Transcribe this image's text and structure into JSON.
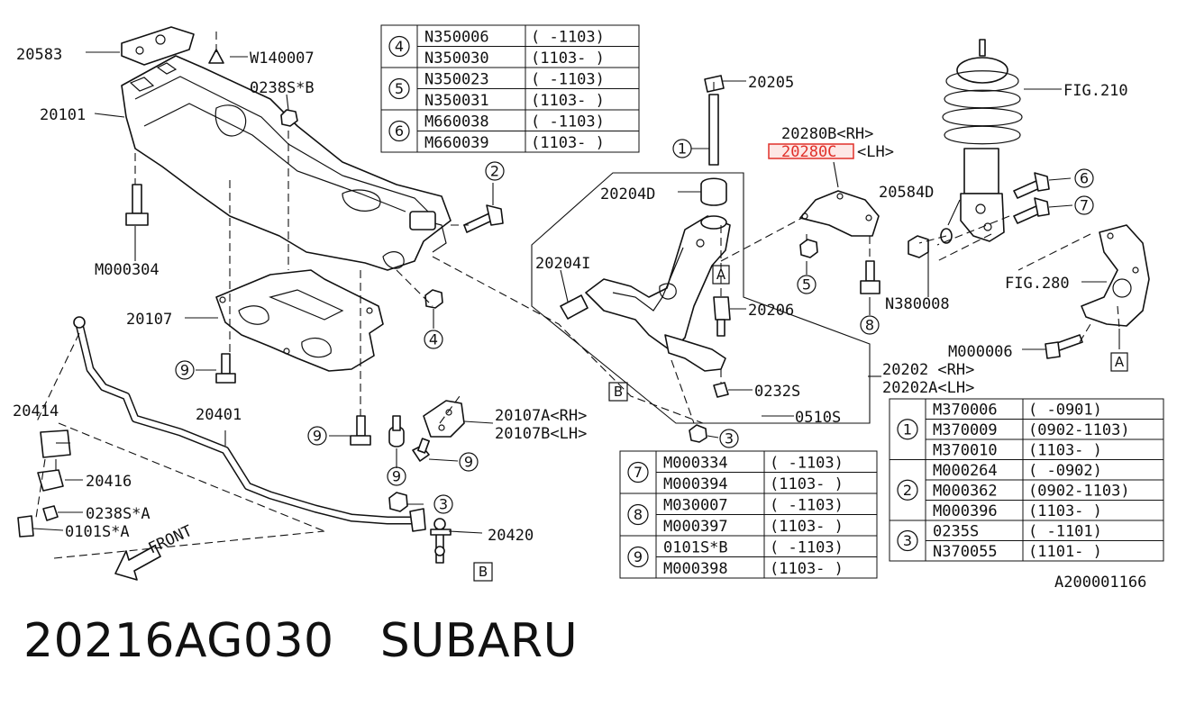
{
  "footer": {
    "part_number": "20216AG030",
    "brand": "SUBARU"
  },
  "drawing_id": "A200001166",
  "highlight_color": "#e0302a",
  "labels": {
    "l20583": "20583",
    "lw140007": "W140007",
    "l0238sb": "0238S*B",
    "l20101": "20101",
    "lm000304": "M000304",
    "l20107": "20107",
    "l20414": "20414",
    "l20401": "20401",
    "l20416": "20416",
    "l0238sa": "0238S*A",
    "l0101sa": "0101S*A",
    "lfront": "FRONT",
    "l20107a": "20107A<RH>",
    "l20107b": "20107B<LH>",
    "l20420": "20420",
    "l20205": "20205",
    "l20204d": "20204D",
    "l20204i": "20204I",
    "l20206": "20206",
    "l0232s": "0232S",
    "l0510s": "0510S",
    "l20202": "20202  <RH>",
    "l20202a": "20202A<LH>",
    "l20280b": "20280B<RH>",
    "l20280c": "20280C",
    "l20280c_lh": "<LH>",
    "ln380008": "N380008",
    "l20584d": "20584D",
    "lfig210": "FIG.210",
    "lfig280": "FIG.280",
    "lm00006": "M000006"
  },
  "callouts": {
    "c1": "1",
    "c2": "2",
    "c3a": "3",
    "c3b": "3",
    "c4": "4",
    "c5": "5",
    "c6": "6",
    "c7": "7",
    "c8": "8",
    "c9a": "9",
    "c9b": "9",
    "c9c": "9",
    "c9d": "9"
  },
  "boxes": {
    "ba1": "A",
    "ba2": "A",
    "bb1": "B",
    "bb2": "B"
  },
  "table_top": {
    "groups": [
      {
        "ref": "4",
        "rows": [
          {
            "part": "N350006",
            "range": "(   -1103)"
          },
          {
            "part": "N350030",
            "range": "(1103-   )"
          }
        ]
      },
      {
        "ref": "5",
        "rows": [
          {
            "part": "N350023",
            "range": "(   -1103)"
          },
          {
            "part": "N350031",
            "range": "(1103-   )"
          }
        ]
      },
      {
        "ref": "6",
        "rows": [
          {
            "part": "M660038",
            "range": "(   -1103)"
          },
          {
            "part": "M660039",
            "range": "(1103-   )"
          }
        ]
      }
    ]
  },
  "table_mid": {
    "groups": [
      {
        "ref": "7",
        "rows": [
          {
            "part": "M000334",
            "range": "(   -1103)"
          },
          {
            "part": "M000394",
            "range": "(1103-   )"
          }
        ]
      },
      {
        "ref": "8",
        "rows": [
          {
            "part": "M030007",
            "range": "(   -1103)"
          },
          {
            "part": "M000397",
            "range": "(1103-   )"
          }
        ]
      },
      {
        "ref": "9",
        "rows": [
          {
            "part": "0101S*B",
            "range": "(   -1103)"
          },
          {
            "part": "M000398",
            "range": "(1103-   )"
          }
        ]
      }
    ]
  },
  "table_right": {
    "groups": [
      {
        "ref": "1",
        "rows": [
          {
            "part": "M370006",
            "range": "(   -0901)"
          },
          {
            "part": "M370009",
            "range": "(0902-1103)"
          },
          {
            "part": "M370010",
            "range": "(1103-   )"
          }
        ]
      },
      {
        "ref": "2",
        "rows": [
          {
            "part": "M000264",
            "range": "(   -0902)"
          },
          {
            "part": "M000362",
            "range": "(0902-1103)"
          },
          {
            "part": "M000396",
            "range": "(1103-   )"
          }
        ]
      },
      {
        "ref": "3",
        "rows": [
          {
            "part": "0235S",
            "range": "(   -1101)"
          },
          {
            "part": "N370055",
            "range": "(1101-   )"
          }
        ]
      }
    ]
  }
}
